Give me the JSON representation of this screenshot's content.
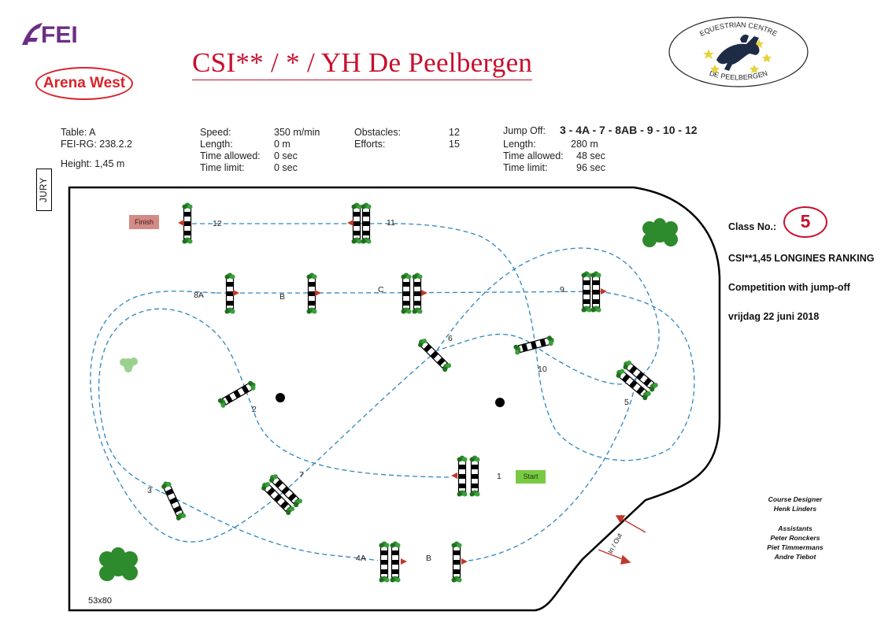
{
  "header": {
    "federation_logo": "FEI",
    "title": "CSI** / * / YH De Peelbergen",
    "arena_badge": "Arena West",
    "club_logo_top": "EQUESTRIAN CENTRE",
    "club_logo_bottom": "DE PEELBERGEN"
  },
  "course_info": {
    "col1": {
      "table": "Table: A",
      "fei_rg": "FEI-RG: 238.2.2",
      "height": "Height: 1,45 m"
    },
    "col2": {
      "speed_label": "Speed:",
      "speed_value": "350 m/min",
      "length_label": "Length:",
      "length_value": "0 m",
      "time_allowed_label": "Time allowed:",
      "time_allowed_value": "0 sec",
      "time_limit_label": "Time limit:",
      "time_limit_value": "0 sec"
    },
    "col3": {
      "obstacles_label": "Obstacles:",
      "obstacles_value": "12",
      "efforts_label": "Efforts:",
      "efforts_value": "15"
    },
    "jump_off": {
      "label": "Jump Off:",
      "sequence": "3 - 4A - 7 - 8AB - 9 - 10 - 12",
      "length_label": "Length:",
      "length_value": "280 m",
      "time_allowed_label": "Time allowed:",
      "time_allowed_value": "48 sec",
      "time_limit_label": "Time limit:",
      "time_limit_value": "96 sec"
    }
  },
  "jury_label": "JURY",
  "class_info": {
    "class_no_label": "Class No.:",
    "class_no_value": "5",
    "name": "CSI**1,45 LONGINES RANKING",
    "competition": "Competition with jump-off",
    "date": "vrijdag 22 juni 2018"
  },
  "credits": {
    "designer_title": "Course Designer",
    "designer_name": "Henk Linders",
    "assistants_title": "Assistants",
    "assistant_1": "Peter Ronckers",
    "assistant_2": "Piet Timmermans",
    "assistant_3": "Andre Tiebot"
  },
  "arena": {
    "dimensions": "53x80",
    "finish_label": "Finish",
    "start_label": "Start",
    "in_out_label": "In / Out",
    "obstacle_labels": {
      "o1": "1",
      "o2": "2",
      "o3": "3",
      "o4a": "4A",
      "o4b": "B",
      "o5": "5",
      "o6": "6",
      "o7": "7",
      "o8a": "8A",
      "o8b": "B",
      "o8c": "C",
      "o9": "9",
      "o10": "10",
      "o11": "11",
      "o12": "12"
    }
  },
  "colors": {
    "title_red": "#c8102e",
    "fei_purple": "#6b2d86",
    "route_blue": "#2e86c1",
    "bush_green": "#2d8a2d",
    "start_green": "#7ac943",
    "finish_pink": "#d48a85"
  }
}
